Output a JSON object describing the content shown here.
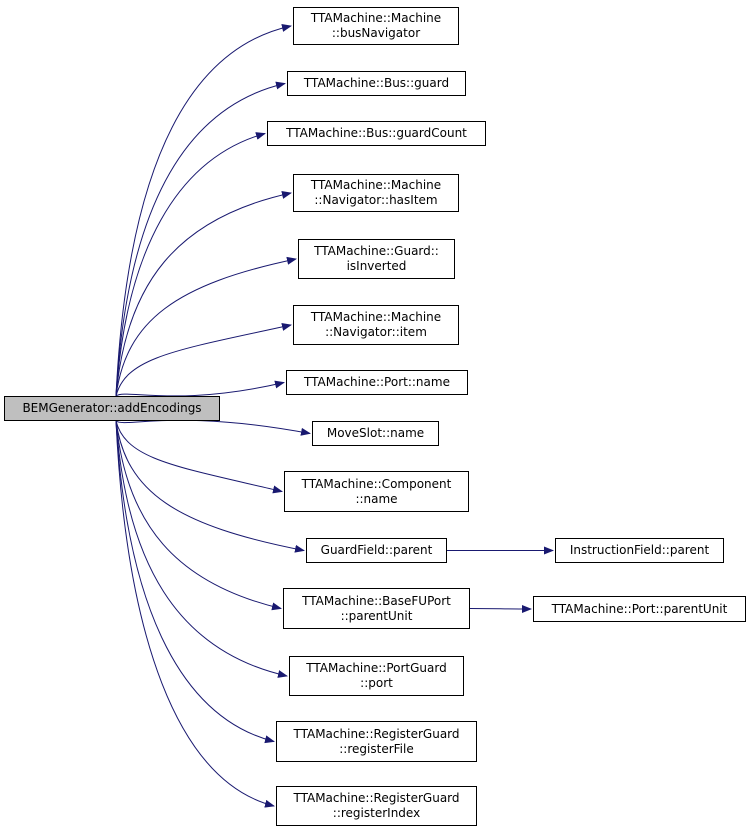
{
  "colors": {
    "edge": "#191970",
    "root_fill": "#bfbfbf",
    "node_fill": "#ffffff",
    "node_border": "#000000"
  },
  "root": {
    "lines": [
      "BEMGenerator::addEncodings"
    ]
  },
  "callees": [
    {
      "id": "busNavigator",
      "lines": [
        "TTAMachine::Machine",
        "::busNavigator"
      ]
    },
    {
      "id": "guard",
      "lines": [
        "TTAMachine::Bus::guard"
      ]
    },
    {
      "id": "guardCount",
      "lines": [
        "TTAMachine::Bus::guardCount"
      ]
    },
    {
      "id": "hasItem",
      "lines": [
        "TTAMachine::Machine",
        "::Navigator::hasItem"
      ]
    },
    {
      "id": "isInverted",
      "lines": [
        "TTAMachine::Guard::",
        "isInverted"
      ]
    },
    {
      "id": "item",
      "lines": [
        "TTAMachine::Machine",
        "::Navigator::item"
      ]
    },
    {
      "id": "port-name",
      "lines": [
        "TTAMachine::Port::name"
      ]
    },
    {
      "id": "moveslot-name",
      "lines": [
        "MoveSlot::name"
      ]
    },
    {
      "id": "component-name",
      "lines": [
        "TTAMachine::Component",
        "::name"
      ]
    },
    {
      "id": "guardfield-parent",
      "lines": [
        "GuardField::parent"
      ]
    },
    {
      "id": "parentUnit",
      "lines": [
        "TTAMachine::BaseFUPort",
        "::parentUnit"
      ]
    },
    {
      "id": "port",
      "lines": [
        "TTAMachine::PortGuard",
        "::port"
      ]
    },
    {
      "id": "registerFile",
      "lines": [
        "TTAMachine::RegisterGuard",
        "::registerFile"
      ]
    },
    {
      "id": "registerIndex",
      "lines": [
        "TTAMachine::RegisterGuard",
        "::registerIndex"
      ]
    }
  ],
  "secondary": [
    {
      "id": "instructionfield-parent",
      "lines": [
        "InstructionField::parent"
      ]
    },
    {
      "id": "port-parentUnit",
      "lines": [
        "TTAMachine::Port::parentUnit"
      ]
    }
  ]
}
